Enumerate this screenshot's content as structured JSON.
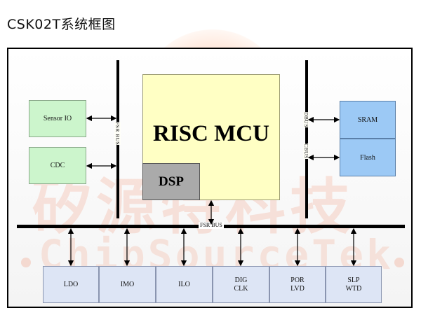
{
  "title": "CSK02T系统框图",
  "watermark": {
    "cn": "矽源特科技",
    "en": "ChipSourceTek"
  },
  "blocks": {
    "sensor_io": "Sensor IO",
    "cdc": "CDC",
    "mcu": "RISC MCU",
    "dsp": "DSP",
    "sram": "SRAM",
    "flash": "Flash",
    "ldo": "LDO",
    "imo": "IMO",
    "ilo": "ILO",
    "dig_clk": [
      "DIG",
      "CLK"
    ],
    "por_lvd": [
      "POR",
      "LVD"
    ],
    "slp_wtd": [
      "SLP",
      "WTD"
    ]
  },
  "bus_labels": {
    "fsr_bus_left": "FSR BUS",
    "dbus": "DBUS",
    "cbus": "CBUS",
    "fsr_bus_bottom": "FSR BUS"
  },
  "colors": {
    "green_block": "#ccf5cc",
    "mcu_block": "#ffffc4",
    "dsp_block": "#aaaaaa",
    "blue_block": "#9cc9f5",
    "periph_block": "#dde5f5"
  }
}
